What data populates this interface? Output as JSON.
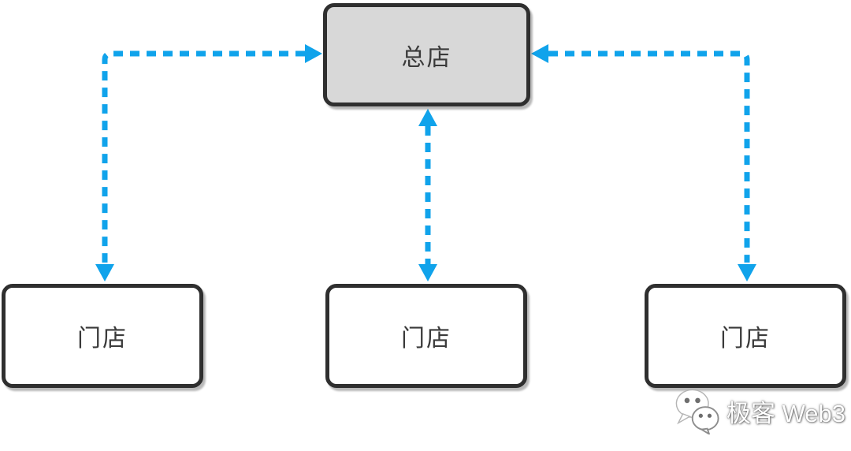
{
  "diagram": {
    "type": "topology",
    "description_visible_only": "one head-office node connected to three store nodes by blue dashed bidirectional elbow arrows",
    "nodes": {
      "head": {
        "label": "总店",
        "fill": "#D8D8D8"
      },
      "stores": [
        {
          "label": "门店",
          "fill": "#FFFFFF"
        },
        {
          "label": "门店",
          "fill": "#FFFFFF"
        },
        {
          "label": "门店",
          "fill": "#FFFFFF"
        }
      ]
    },
    "connections": [
      {
        "id": "left",
        "endpoints": [
          "门店 (left)",
          "总店"
        ],
        "line": "dashed",
        "shape": "elbow",
        "arrows": "both"
      },
      {
        "id": "middle",
        "endpoints": [
          "总店",
          "门店 (middle)"
        ],
        "line": "dashed",
        "shape": "straight",
        "arrows": "both"
      },
      {
        "id": "right",
        "endpoints": [
          "门店 (right)",
          "总店"
        ],
        "line": "dashed",
        "shape": "elbow",
        "arrows": "both"
      }
    ]
  },
  "watermark": {
    "text": "极客 Web3",
    "icon": "wechat-icon"
  },
  "colors": {
    "accent": "#10A3EB",
    "node_border": "#2F2F2F",
    "head_fill": "#D8D8D8",
    "store_fill": "#FFFFFF",
    "text_color": "#3A3A3A",
    "watermark_text": "#FFFFFF"
  }
}
